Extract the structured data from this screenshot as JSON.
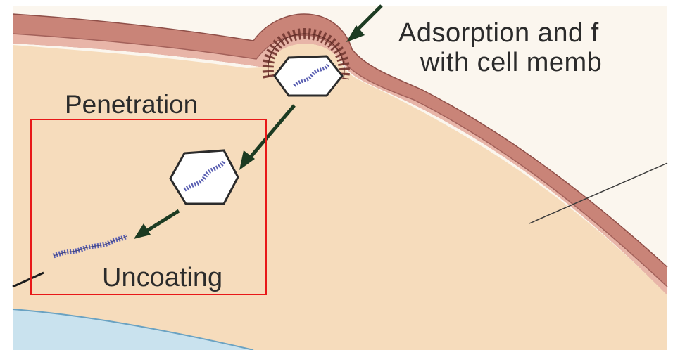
{
  "labels": {
    "adsorption_line1": "Adsorption and f",
    "adsorption_line2": "with cell memb",
    "penetration": "Penetration",
    "uncoating": "Uncoating"
  },
  "colors": {
    "cytoplasm": "#f6dcbc",
    "membrane_outer": "#c98478",
    "membrane_inner": "#e8b5a8",
    "arrow": "#1c3b22",
    "highlight_box": "#e81818",
    "dna_strand": "#5a5fb2"
  },
  "icons": [
    "virion-hexagon-icon",
    "dna-strand-icon",
    "arrow-icon"
  ]
}
